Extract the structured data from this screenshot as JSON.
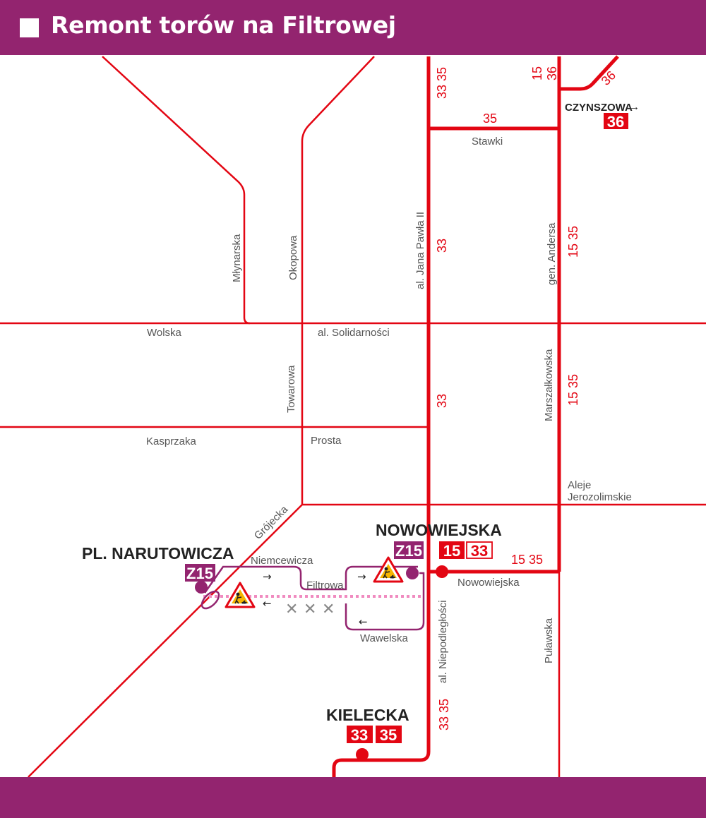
{
  "header": {
    "title": "Remont torów na Filtrowej"
  },
  "colors": {
    "brand": "#93246f",
    "tram": "#e30613",
    "detour": "#93246f",
    "closed_track": "#f08bc0"
  },
  "streets": {
    "mlynarska": "Młynarska",
    "okopowa": "Okopowa",
    "jana_pawla": "al. Jana Pawła II",
    "andersa": "gen. Andersa",
    "stawki": "Stawki",
    "wolska": "Wolska",
    "solidarnosci": "al. Solidarności",
    "towarowa": "Towarowa",
    "marszalkowska": "Marszałkowska",
    "kasprzaka": "Kasprzaka",
    "prosta": "Prosta",
    "aleje_1": "Aleje",
    "aleje_2": "Jerozolimskie",
    "grojecka": "Grójecka",
    "niemcewicza": "Niemcewicza",
    "filtrowa": "Filtrowa",
    "nowowiejska": "Nowowiejska",
    "wawelska": "Wawelska",
    "niepodleglosci": "al. Niepodległości",
    "pulawska": "Puławska"
  },
  "line_labels": {
    "top_3335": "33 35",
    "top_1536_a": "15",
    "top_1536_b": "36",
    "czynszowa_36": "36",
    "stawki_35": "35",
    "jp_33_a": "33",
    "jp_33_b": "33",
    "andersa_1535_a": "15 35",
    "andersa_1535_b": "15 35",
    "nowowiejska_1535": "15 35",
    "niepodl_3335": "33 35"
  },
  "stops": {
    "czynszowa": {
      "name": "CZYNSZOWA",
      "arrow": "→",
      "lines": [
        "36"
      ]
    },
    "nowowiejska": {
      "name": "NOWOWIEJSKA",
      "bus": "Z15",
      "lines": [
        "15",
        "33"
      ]
    },
    "narutowicza": {
      "name": "PL. NARUTOWICZA",
      "bus": "Z15"
    },
    "kielecka": {
      "name": "KIELECKA",
      "lines": [
        "33",
        "35"
      ]
    }
  },
  "detour": {
    "arrow_right": "→",
    "arrow_left": "←",
    "closed_marks": [
      "✕",
      "✕",
      "✕"
    ],
    "roadworks_signs": 2
  }
}
